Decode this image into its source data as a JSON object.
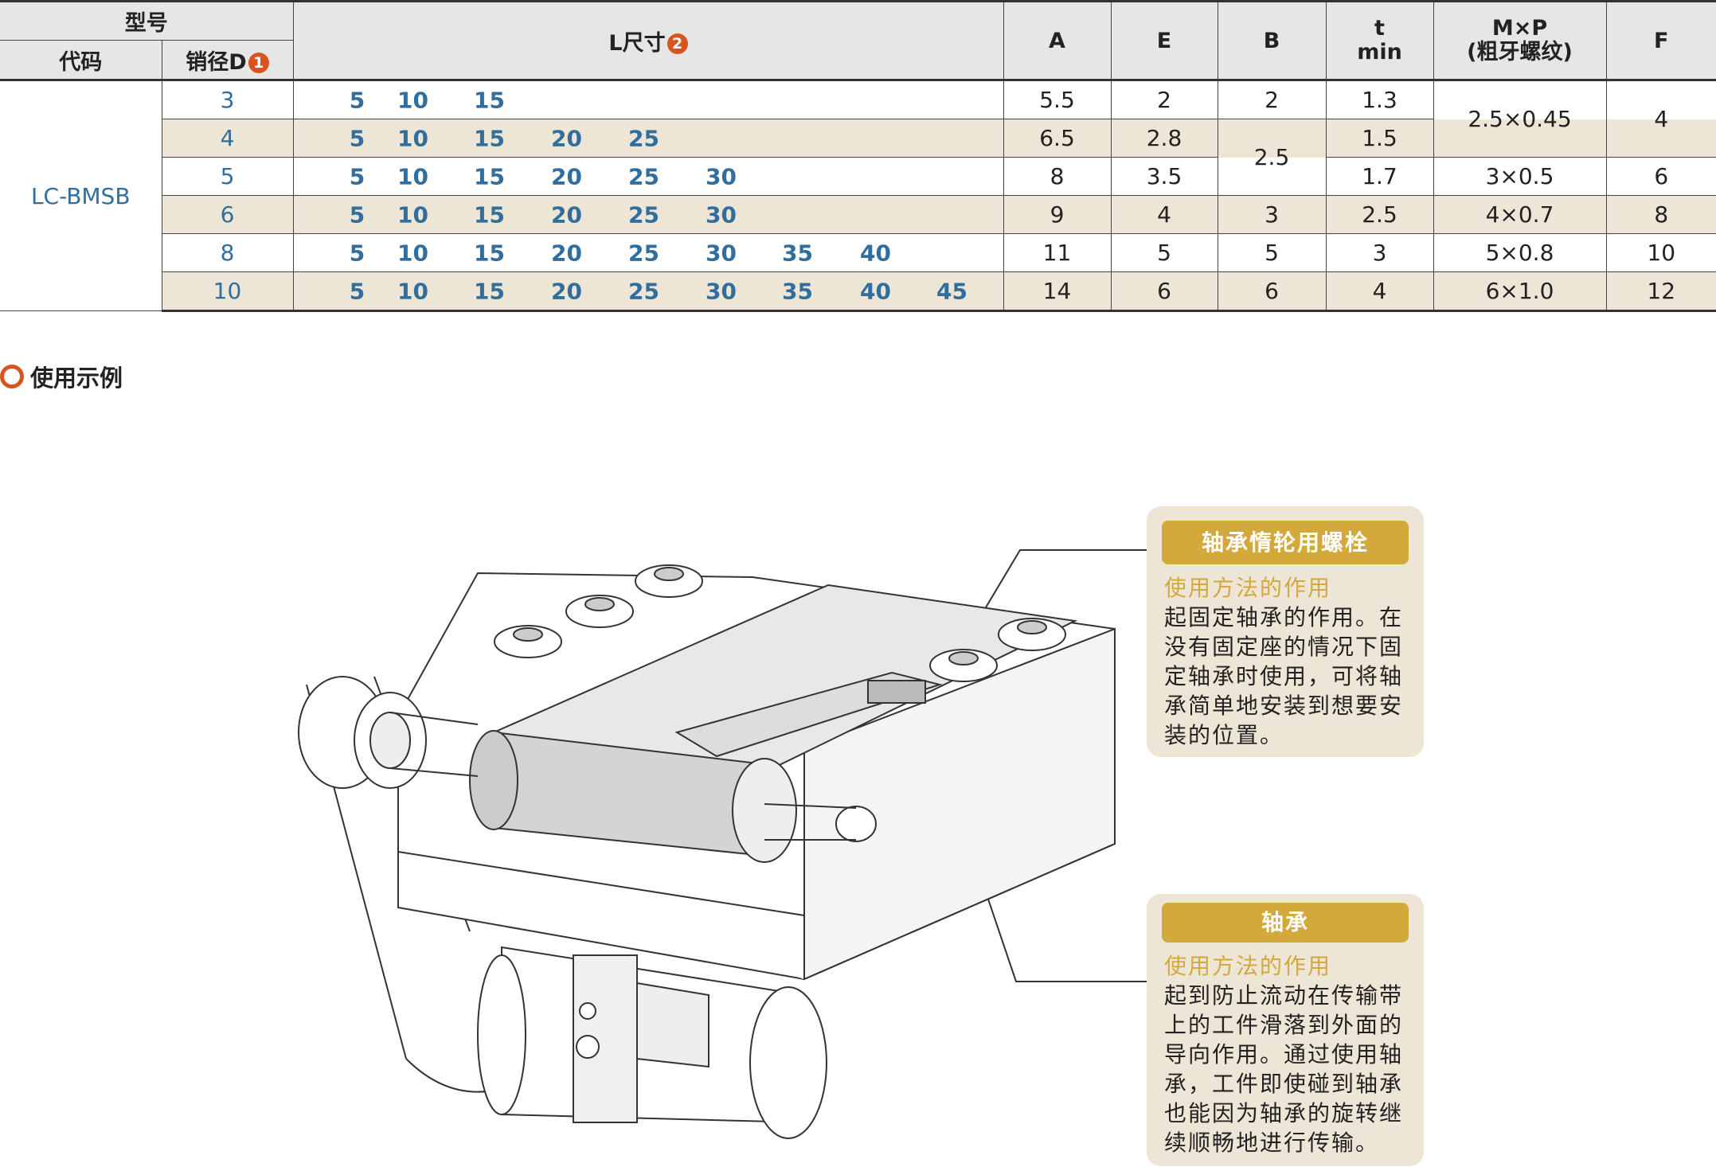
{
  "table": {
    "header": {
      "model": "型号",
      "code": "代码",
      "diameter": "销径D",
      "diameter_badge": "1",
      "length": "L尺寸",
      "length_badge": "2",
      "A": "A",
      "E": "E",
      "B": "B",
      "t_line1": "t",
      "t_line2": "min",
      "mxp_line1": "M×P",
      "mxp_line2": "(粗牙螺纹)",
      "F": "F"
    },
    "code": "LC-BMSB",
    "rows": [
      {
        "D": "3",
        "L": [
          "5",
          "10",
          "15"
        ],
        "A": "5.5",
        "E": "2",
        "B": "2",
        "t": "1.3"
      },
      {
        "D": "4",
        "L": [
          "5",
          "10",
          "15",
          "20",
          "25"
        ],
        "A": "6.5",
        "E": "2.8",
        "B": "2.5",
        "t": "1.5"
      },
      {
        "D": "5",
        "L": [
          "5",
          "10",
          "15",
          "20",
          "25",
          "30"
        ],
        "A": "8",
        "E": "3.5",
        "t": "1.7",
        "MxP": "3×0.5",
        "F": "6"
      },
      {
        "D": "6",
        "L": [
          "5",
          "10",
          "15",
          "20",
          "25",
          "30"
        ],
        "A": "9",
        "E": "4",
        "B": "3",
        "t": "2.5",
        "MxP": "4×0.7",
        "F": "8"
      },
      {
        "D": "8",
        "L": [
          "5",
          "10",
          "15",
          "20",
          "25",
          "30",
          "35",
          "40"
        ],
        "A": "11",
        "E": "5",
        "B": "5",
        "t": "3",
        "MxP": "5×0.8",
        "F": "10"
      },
      {
        "D": "10",
        "L": [
          "5",
          "10",
          "15",
          "20",
          "25",
          "30",
          "35",
          "40",
          "45"
        ],
        "A": "14",
        "E": "6",
        "B": "6",
        "t": "4",
        "MxP": "6×1.0",
        "F": "12"
      }
    ],
    "merged": {
      "MxP_rows_1_2": "2.5×0.45",
      "F_rows_1_2": "4"
    }
  },
  "section_title": "使用示例",
  "callouts": [
    {
      "title": "轴承惰轮用螺栓",
      "subtitle": "使用方法的作用",
      "body": "起固定轴承的作用。在没有固定座的情况下固定轴承时使用，可将轴承简单地安装到想要安装的位置。"
    },
    {
      "title": "轴承",
      "subtitle": "使用方法的作用",
      "body": "起到防止流动在传输带上的工件滑落到外面的导向作用。通过使用轴承，工件即使碰到轴承也能因为轴承的旋转继续顺畅地进行传输。"
    }
  ],
  "colors": {
    "accent": "#d9531e",
    "blue": "#2f6e9e",
    "gold": "#d4a93c",
    "beige": "#ede5d5"
  }
}
